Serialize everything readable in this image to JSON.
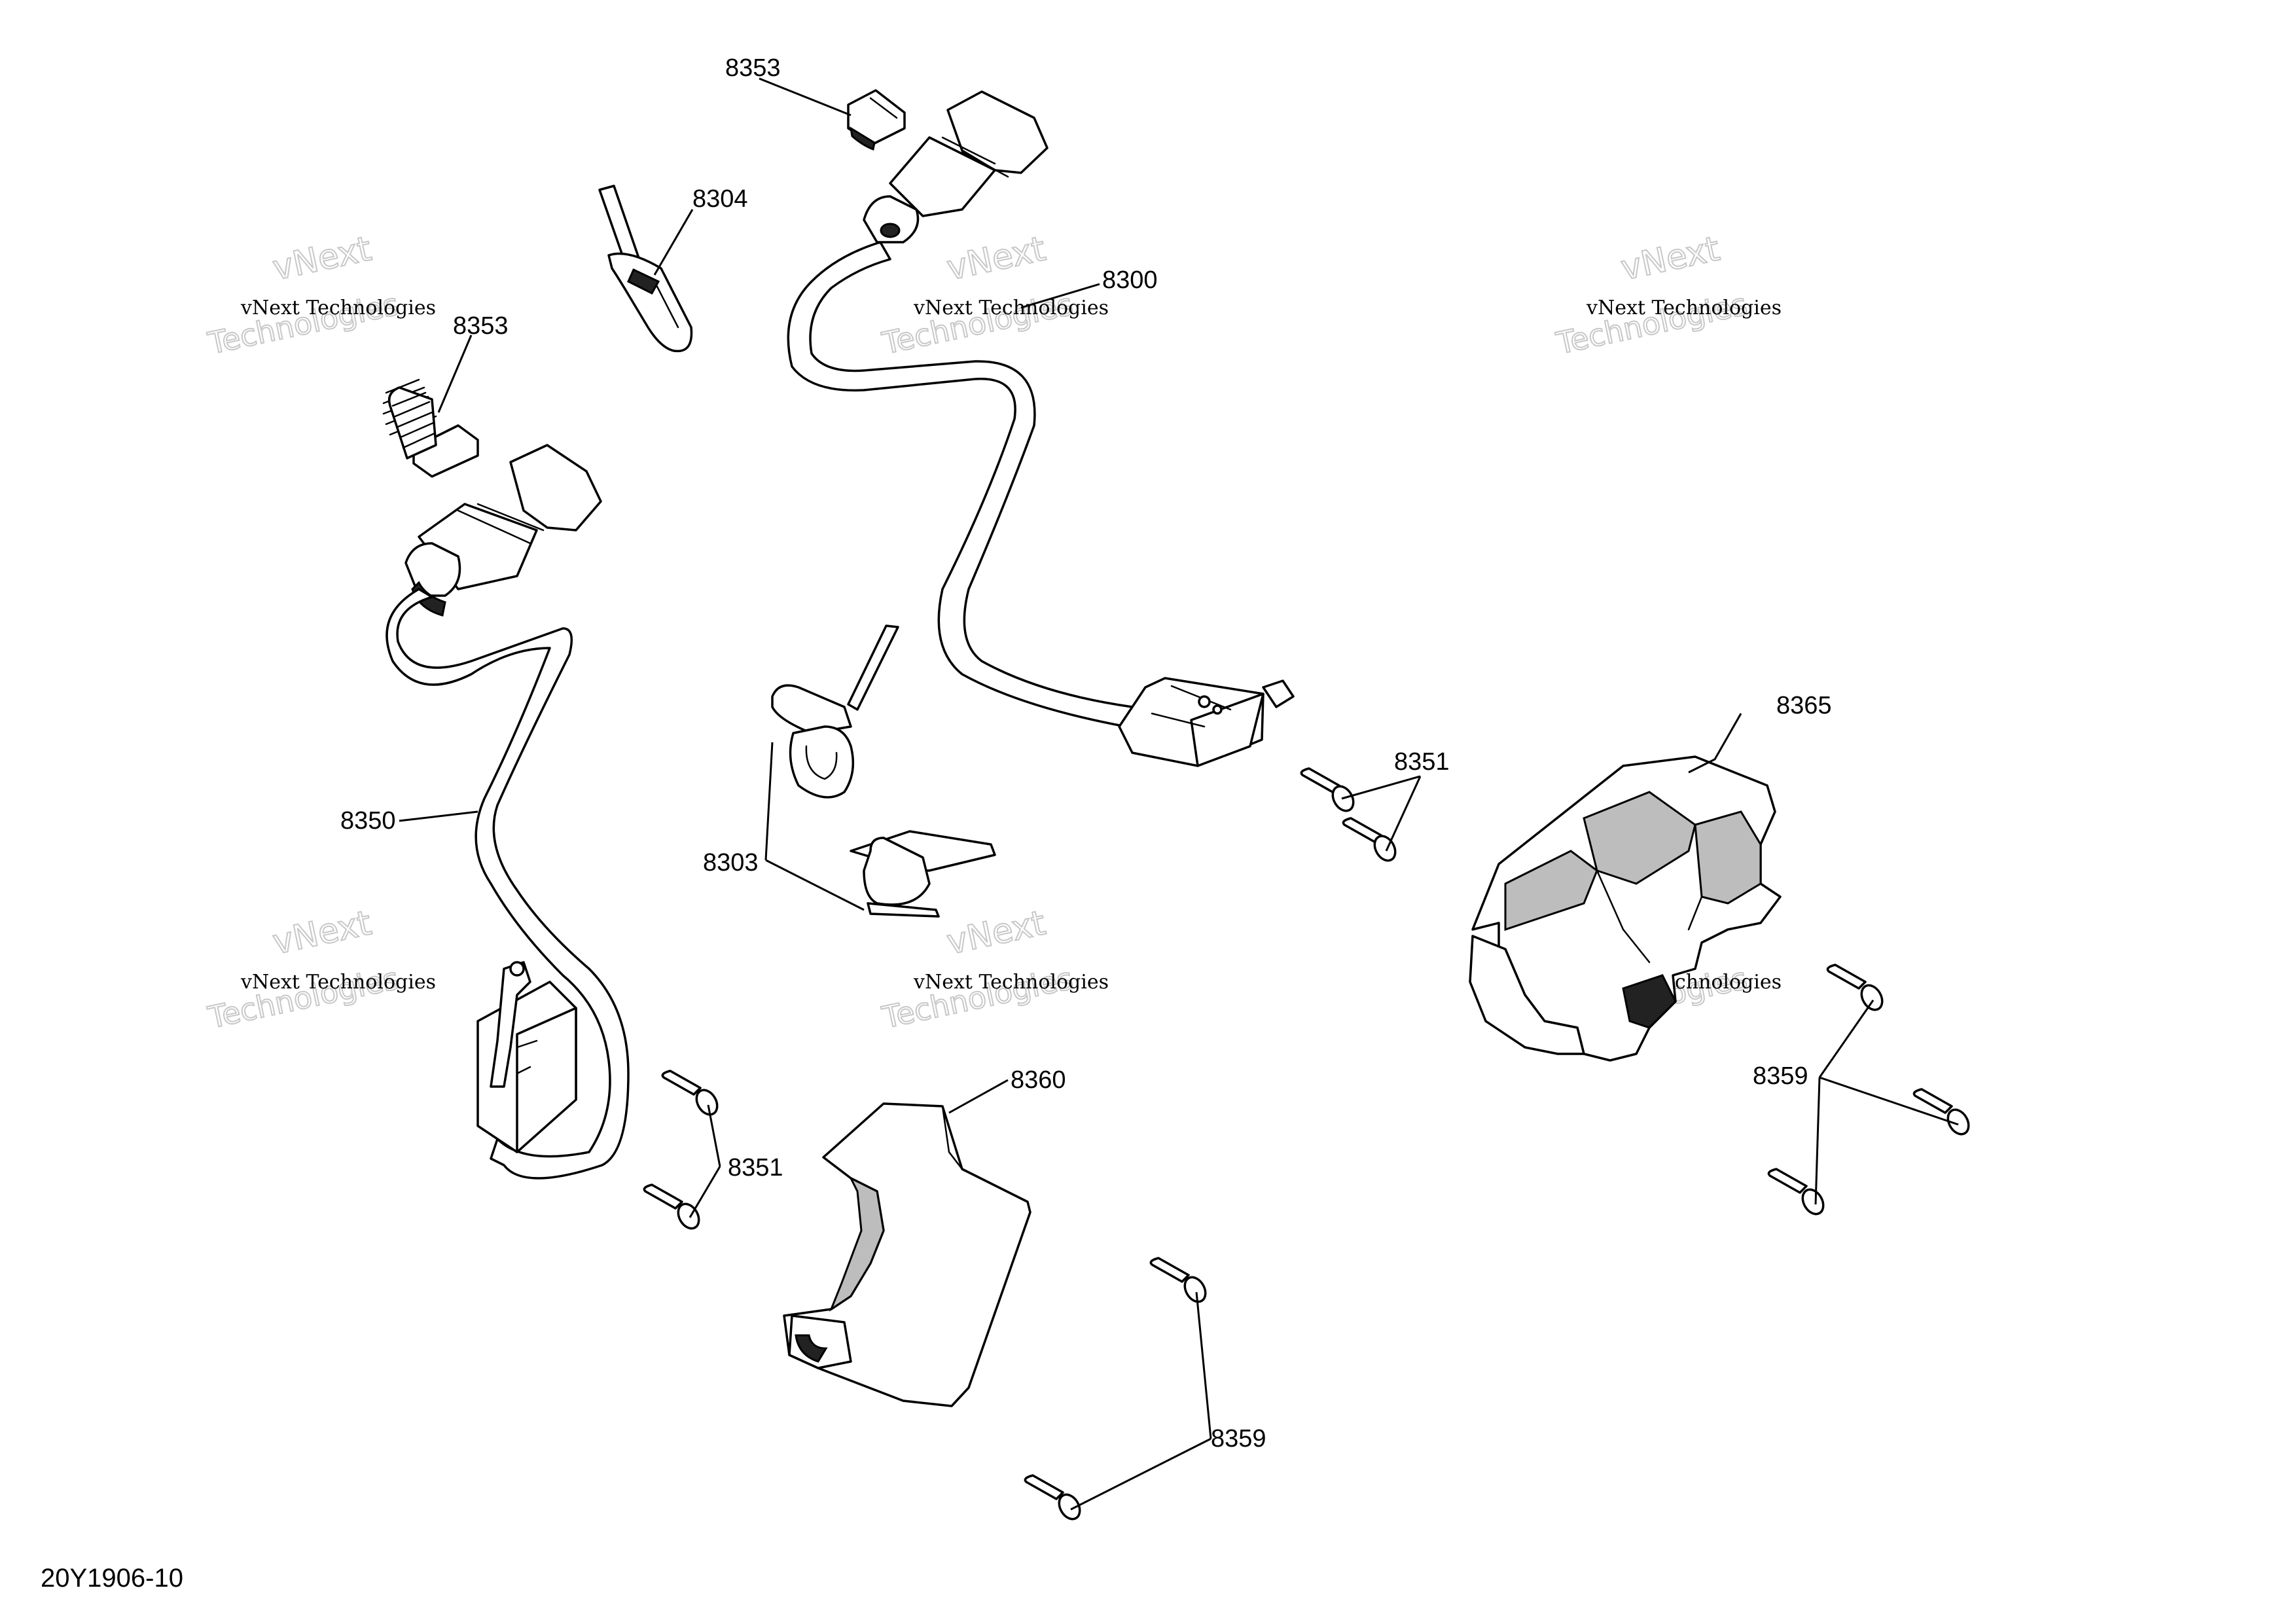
{
  "diagram_code": "20Y1906-10",
  "watermark": {
    "line1": "vNext Technologies",
    "line2": "vNext",
    "line3": "Technologies"
  },
  "callouts": {
    "c8353_top": "8353",
    "c8304": "8304",
    "c8353_left": "8353",
    "c8300": "8300",
    "c8350": "8350",
    "c8303": "8303",
    "c8351_right": "8351",
    "c8365": "8365",
    "c8360": "8360",
    "c8351_left": "8351",
    "c8359_right": "8359",
    "c8359_bottom": "8359"
  }
}
